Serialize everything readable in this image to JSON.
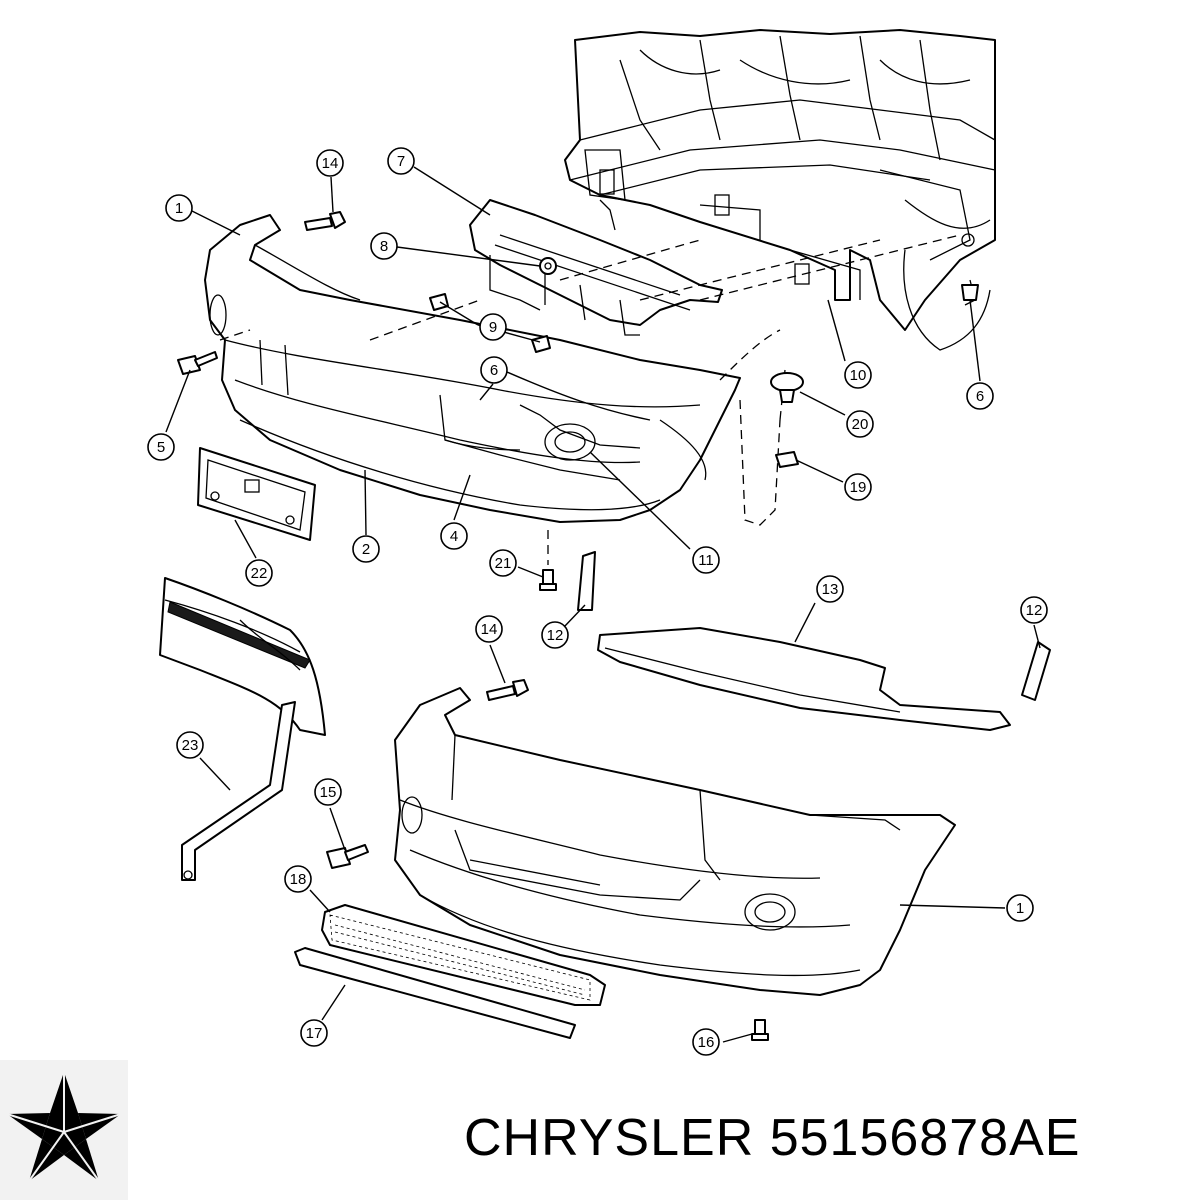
{
  "caption": {
    "brand": "CHRYSLER",
    "part_number": "55156878AE"
  },
  "logo": {
    "name": "chrysler-pentastar-logo",
    "color": "#000000",
    "background": "#f2f2f2"
  },
  "callouts": [
    {
      "id": "c1-top",
      "label": "1"
    },
    {
      "id": "c14-top",
      "label": "14"
    },
    {
      "id": "c7",
      "label": "7"
    },
    {
      "id": "c8",
      "label": "8"
    },
    {
      "id": "c9",
      "label": "9"
    },
    {
      "id": "c5",
      "label": "5"
    },
    {
      "id": "c6-mid",
      "label": "6"
    },
    {
      "id": "c10",
      "label": "10"
    },
    {
      "id": "c6-right",
      "label": "6"
    },
    {
      "id": "c20",
      "label": "20"
    },
    {
      "id": "c19",
      "label": "19"
    },
    {
      "id": "c2",
      "label": "2"
    },
    {
      "id": "c4",
      "label": "4"
    },
    {
      "id": "c11",
      "label": "11"
    },
    {
      "id": "c22",
      "label": "22"
    },
    {
      "id": "c21",
      "label": "21"
    },
    {
      "id": "c12-mid",
      "label": "12"
    },
    {
      "id": "c13",
      "label": "13"
    },
    {
      "id": "c12-right",
      "label": "12"
    },
    {
      "id": "c14-bottom",
      "label": "14"
    },
    {
      "id": "c23",
      "label": "23"
    },
    {
      "id": "c15",
      "label": "15"
    },
    {
      "id": "c18",
      "label": "18"
    },
    {
      "id": "c1-bottom",
      "label": "1"
    },
    {
      "id": "c17",
      "label": "17"
    },
    {
      "id": "c16",
      "label": "16"
    }
  ]
}
